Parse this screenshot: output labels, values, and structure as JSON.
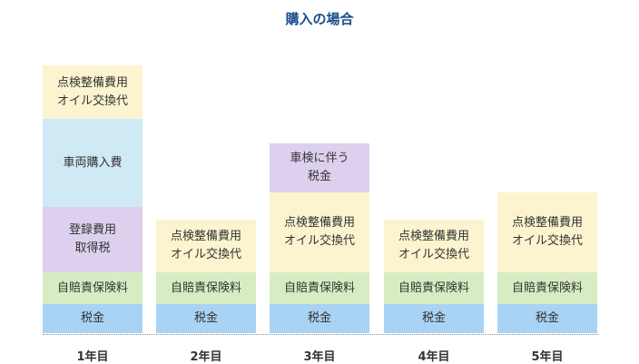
{
  "title": "購入の場合",
  "colors": {
    "tax": "#a9d3f5",
    "jibai": "#d7ecc2",
    "maintenance": "#fbf4cf",
    "registration": "#ddd0ee",
    "car": "#cfe9f5",
    "title": "#1a4e8c"
  },
  "years": [
    {
      "label": "1年目",
      "segments": [
        {
          "lines": [
            "税金"
          ]
        },
        {
          "lines": [
            "自賠責保険料"
          ]
        },
        {
          "lines": [
            "登録費用",
            "取得税"
          ]
        },
        {
          "lines": [
            "車両購入費"
          ]
        },
        {
          "lines": [
            "点検整備費用",
            "オイル交換代"
          ]
        }
      ]
    },
    {
      "label": "2年目",
      "segments": [
        {
          "lines": [
            "税金"
          ]
        },
        {
          "lines": [
            "自賠責保険料"
          ]
        },
        {
          "lines": [
            "点検整備費用",
            "オイル交換代"
          ]
        }
      ]
    },
    {
      "label": "3年目",
      "segments": [
        {
          "lines": [
            "税金"
          ]
        },
        {
          "lines": [
            "自賠責保険料"
          ]
        },
        {
          "lines": [
            "点検整備費用",
            "オイル交換代"
          ]
        },
        {
          "lines": [
            "車検に伴う",
            "税金"
          ]
        }
      ]
    },
    {
      "label": "4年目",
      "segments": [
        {
          "lines": [
            "税金"
          ]
        },
        {
          "lines": [
            "自賠責保険料"
          ]
        },
        {
          "lines": [
            "点検整備費用",
            "オイル交換代"
          ]
        }
      ]
    },
    {
      "label": "5年目",
      "segments": [
        {
          "lines": [
            "税金"
          ]
        },
        {
          "lines": [
            "自賠責保険料"
          ]
        },
        {
          "lines": [
            "点検整備費用",
            "オイル交換代"
          ]
        }
      ]
    }
  ]
}
